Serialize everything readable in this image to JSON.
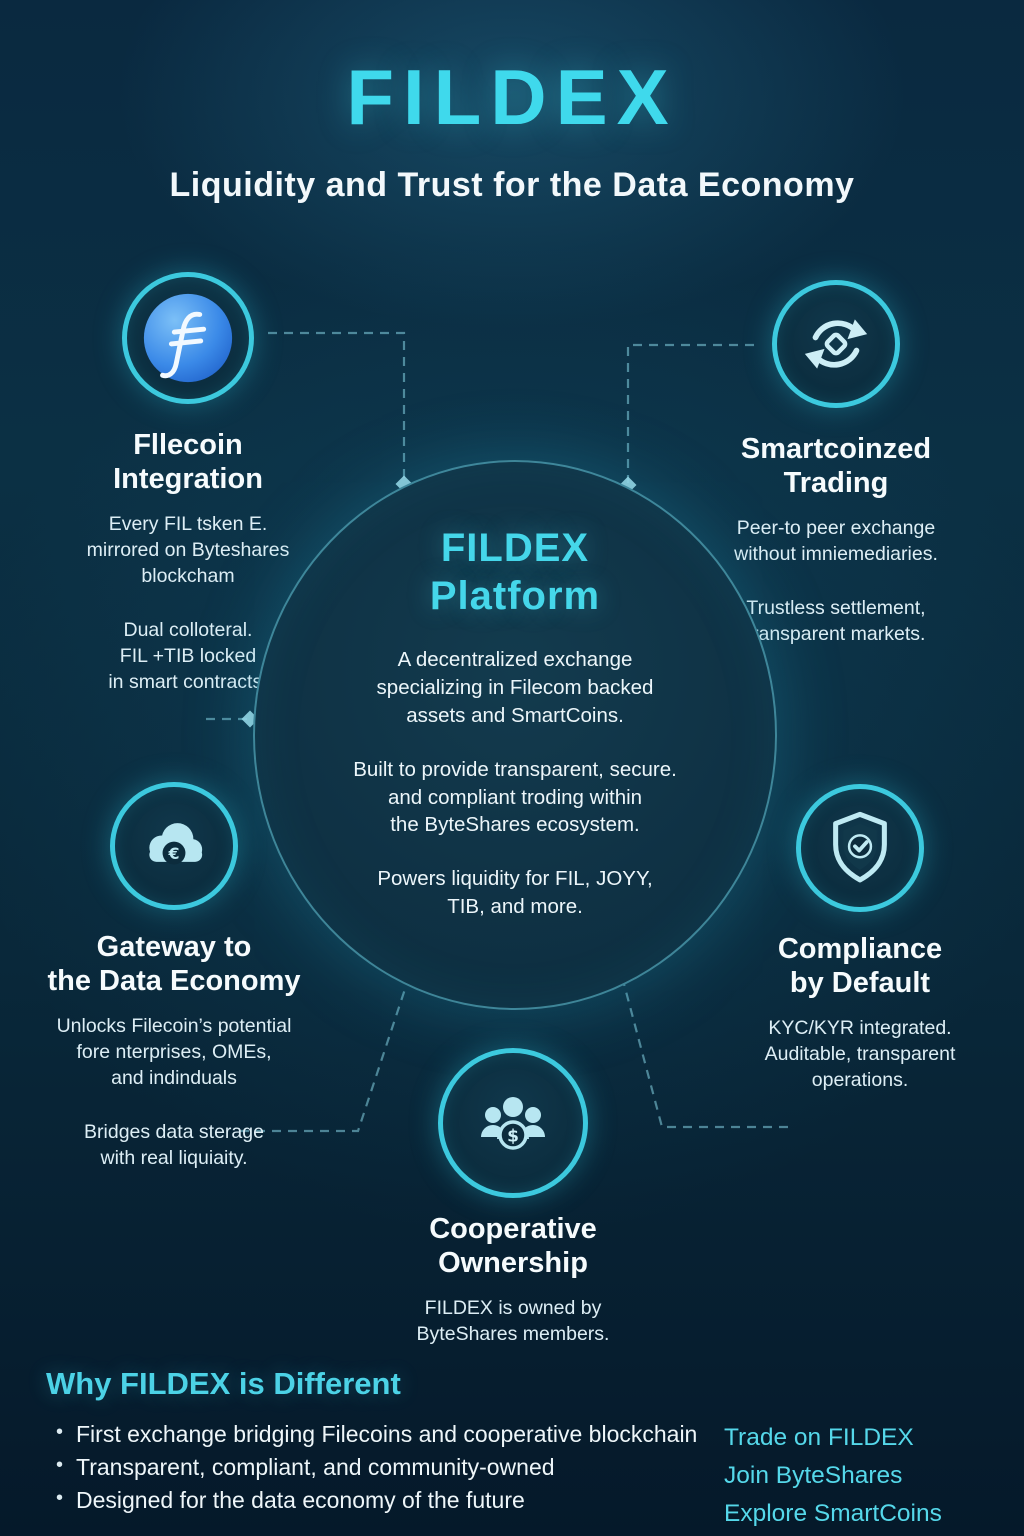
{
  "header": {
    "title": "FILDEX",
    "subtitle": "Liquidity and Trust for the Data Economy"
  },
  "center": {
    "title": "FILDEX\nPlatform",
    "paragraphs": [
      "A decentralized exchange\nspecializing in Filecom backed\nassets and SmartCoins.",
      "Built to provide transparent, secure.\nand compliant troding within\nthe ByteShares ecosystem.",
      "Powers liquidity for FIL, JOYY,\nTIB, and more."
    ]
  },
  "nodes": [
    {
      "id": "filecoin-integration",
      "icon": "filecoin-icon",
      "title": "Fllecoin\nIntegration",
      "paragraphs": [
        "Every FIL tsken E.\nmirrored on Byteshares\nblockcham",
        "Dual colloteral.\nFIL +TIB locked\nin smart contracts."
      ]
    },
    {
      "id": "smartcoinized-trading",
      "icon": "sync-arrows-icon",
      "title": "Smartcoinzed\nTrading",
      "paragraphs": [
        "Peer-to peer exchange\nwithout imniemediaries.",
        "Trustless settlement,\ntransparent markets."
      ]
    },
    {
      "id": "gateway-data-economy",
      "icon": "cloud-euro-icon",
      "title": "Gateway to\nthe Data Economy",
      "paragraphs": [
        "Unlocks Filecoin’s potential\nfore nterprises, OMEs,\nand indinduals",
        "Bridges data sterage\nwith real liquiaity."
      ]
    },
    {
      "id": "compliance-by-default",
      "icon": "shield-check-icon",
      "title": "Compliance\nby Default",
      "paragraphs": [
        "KYC/KYR integrated.\nAuditable, transparent\noperations."
      ]
    },
    {
      "id": "cooperative-ownership",
      "icon": "people-dollar-icon",
      "title": "Cooperative\nOwnership",
      "paragraphs": [
        "FILDEX is owned by\nByteShares members."
      ]
    }
  ],
  "footer": {
    "heading": "Why FILDEX is Different",
    "bullets": [
      "First exchange bridging Filecoins and cooperative blockchain",
      "Transparent, compliant, and community-owned",
      "Designed for the data economy of the future"
    ],
    "links": [
      "Trade on FILDEX",
      "Join ByteShares",
      "Explore SmartCoins"
    ]
  },
  "colors": {
    "accent": "#45d7ea",
    "background_top": "#0b2c3e",
    "background_bottom": "#05192a",
    "filecoin_blue": "#3b8ae8"
  }
}
